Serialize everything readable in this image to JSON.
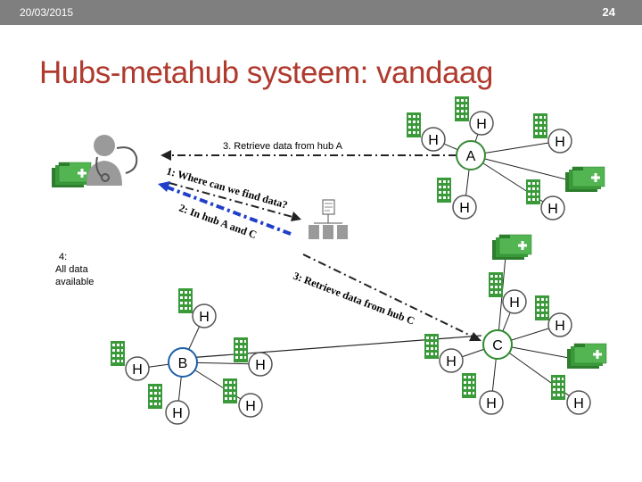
{
  "header": {
    "date": "20/03/2015",
    "page_number": "24"
  },
  "title": "Hubs-metahub systeem: vandaag",
  "diagram": {
    "steps": {
      "step1": "1: Where can we find data?",
      "step2": "2: In hub A and C",
      "step3": "3. Retrieve data from hub A",
      "step3c": "3: Retrieve data from hub C",
      "step4_line1": "4:",
      "step4_line2": "All data",
      "step4_line3": "available"
    },
    "hubs": {
      "a": "A",
      "b": "B",
      "c": "C"
    },
    "node_letter": "H",
    "colors": {
      "title": "#b03a2e",
      "topbar": "#7f7f7f",
      "hub_a": "#3a8a3a",
      "hub_b": "#1d5fa8",
      "hub_c": "#2e8b2e",
      "arrow_black": "#222222",
      "arrow_blue": "#1f3fc8",
      "building": "#3a9a3a",
      "folder": "#2e8b2e"
    },
    "icons": [
      "building-icon",
      "folder-icon",
      "doctor-icon",
      "metahub-icon",
      "arrow-icon"
    ]
  }
}
